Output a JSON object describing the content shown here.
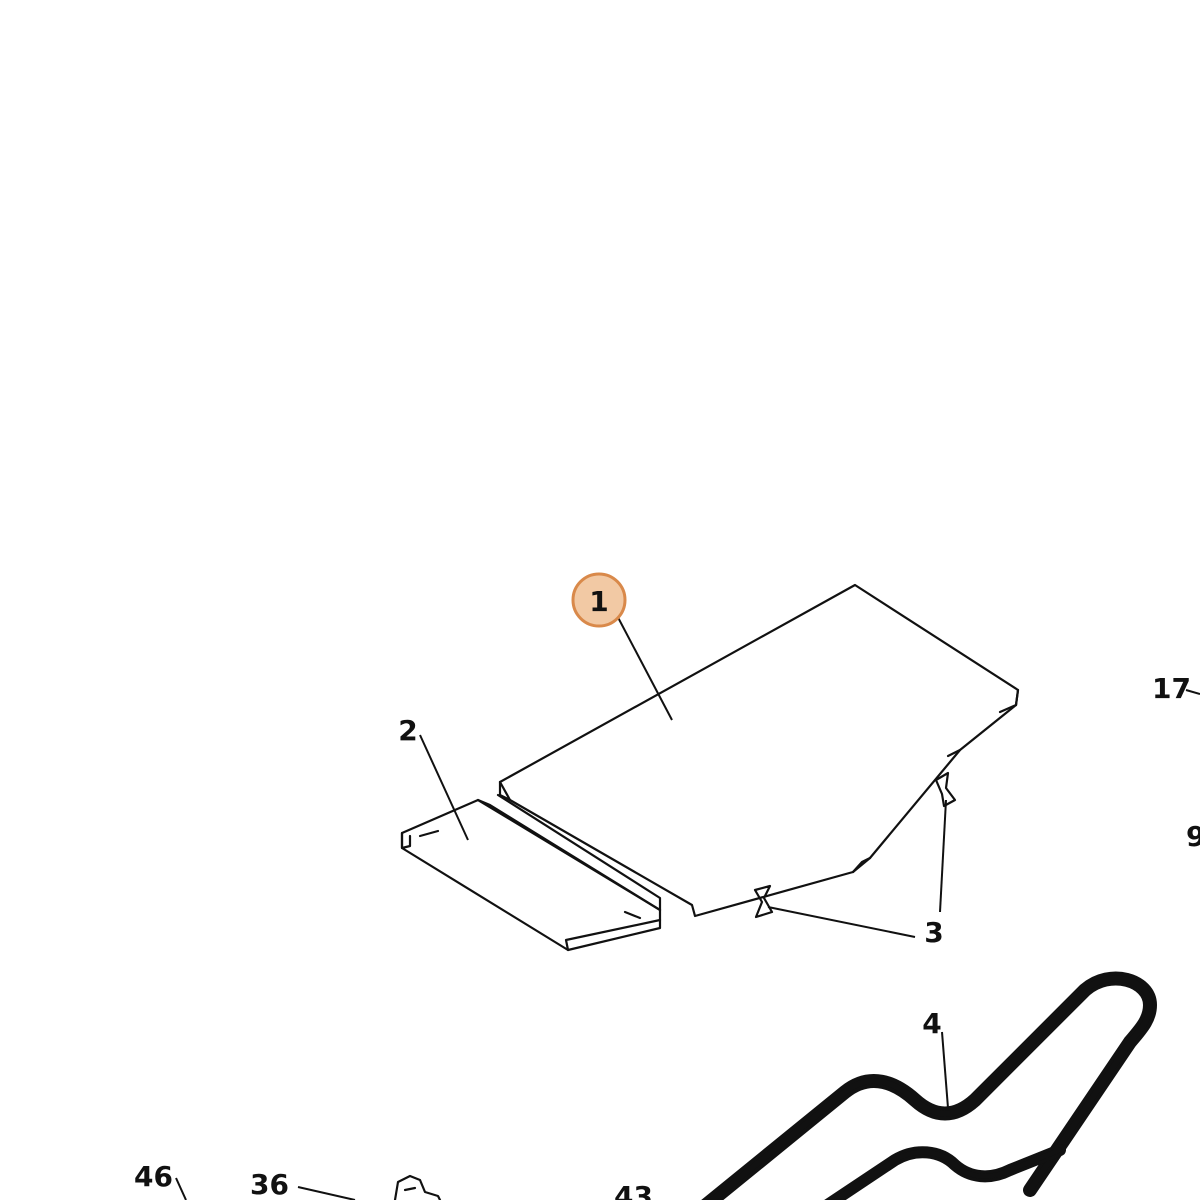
{
  "diagram": {
    "highlight_color": "#F2C9A4",
    "highlight_stroke": "#D9894A",
    "line_color": "#111111",
    "labels": {
      "p1": "1",
      "p2": "2",
      "p3": "3",
      "p4": "4",
      "p9": "9",
      "p17": "17",
      "p36": "36",
      "p43": "43",
      "p46": "46"
    },
    "highlighted_part": "1"
  }
}
